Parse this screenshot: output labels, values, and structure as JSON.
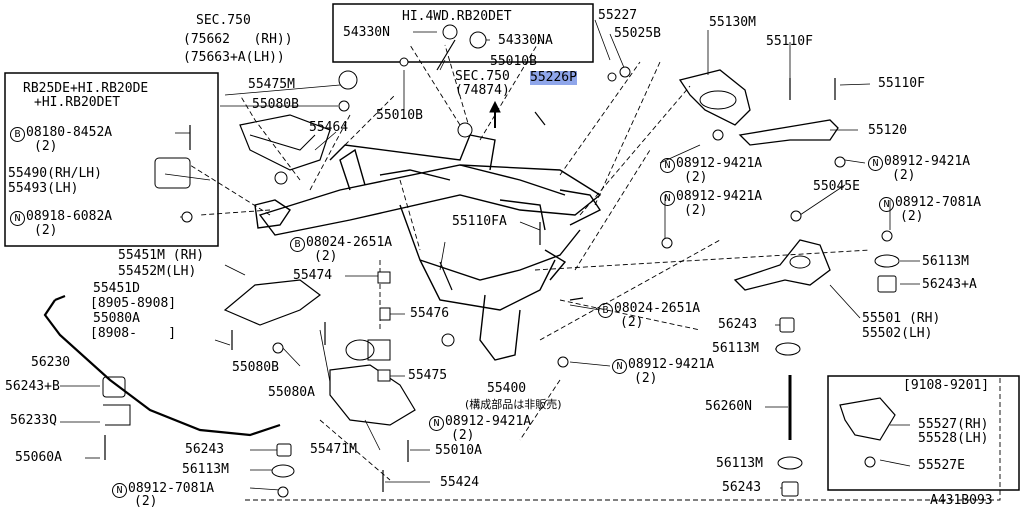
{
  "diagram": {
    "id": "A431B093",
    "highlighted_part": "55226P",
    "boxes": {
      "rb25de": [
        "RB25DE+HI.RB20DE",
        "+HI.RB20DET"
      ],
      "hi4wd": "HI.4WD.RB20DET",
      "date": "[9108-9201]"
    },
    "sec750": {
      "title": "SEC.750",
      "rh": "75662   (RH)",
      "lh": "75663+A(LH)"
    },
    "sec750b": {
      "title": "SEC.750",
      "sub": "(74874)"
    },
    "labels": {
      "p54330n": "54330N",
      "p54330na": "54330NA",
      "p55010b_a": "55010B",
      "p55010b_b": "55010B",
      "p55227": "55227",
      "p55025b": "55025B",
      "p55130m": "55130M",
      "p55110f_a": "55110F",
      "p55110f_b": "55110F",
      "p55120": "55120",
      "p55475m": "55475M",
      "p55080b_a": "55080B",
      "p55464": "55464",
      "b08180": "08180-8452A",
      "b08180q": "(2)",
      "p55490": "55490(RH/LH)",
      "p55493": "55493(LH)",
      "n08918": "08918-6082A",
      "n08918q": "(2)",
      "n08912_a": "08912-9421A",
      "n08912_aq": "(2)",
      "n08912_b": "08912-9421A",
      "n08912_bq": "(2)",
      "n08912_c": "08912-9421A",
      "n08912_cq": "(2)",
      "n08912_d": "08912-9421A",
      "n08912_dq": "(2)",
      "n08912_e": "08912-9421A",
      "n08912_eq": "(2)",
      "n08912_7081a": "08912-7081A",
      "n08912_7081aq": "(2)",
      "n08912_7081b": "08912-7081A",
      "n08912_7081bq": "(2)",
      "p55045e": "55045E",
      "p55110fa": "55110FA",
      "b08024_a": "08024-2651A",
      "b08024_aq": "(2)",
      "b08024_b": "08024-2651A",
      "b08024_bq": "(2)",
      "p55451m": "55451M (RH)",
      "p55452m": "55452M(LH)",
      "p55451d": "55451D",
      "p8905": "[8905-8908]",
      "p55080a_a": "55080A",
      "p8908": "[8908-    ]",
      "p55474": "55474",
      "p55476": "55476",
      "p55475": "55475",
      "p55080b_b": "55080B",
      "p55080a_b": "55080A",
      "p56230": "56230",
      "p56243b": "56243+B",
      "p56233q": "56233Q",
      "p56243_a": "56243",
      "p56113m_a": "56113M",
      "p55060a": "55060A",
      "p55471m": "55471M",
      "p55010a": "55010A",
      "p55424": "55424",
      "p55400": "55400",
      "p55400note": "(構成部品は非販売)",
      "p56113m_b": "56113M",
      "p56243a": "56243+A",
      "p55501": "55501 (RH)",
      "p55502": "55502(LH)",
      "p56243_b": "56243",
      "p56113m_c": "56113M",
      "p56260n": "56260N",
      "p56113m_d": "56113M",
      "p56243_c": "56243",
      "p55527rh": "55527(RH)",
      "p55528lh": "55528(LH)",
      "p55527e": "55527E"
    },
    "symbols": {
      "bolt": "B",
      "nut": "N"
    }
  }
}
